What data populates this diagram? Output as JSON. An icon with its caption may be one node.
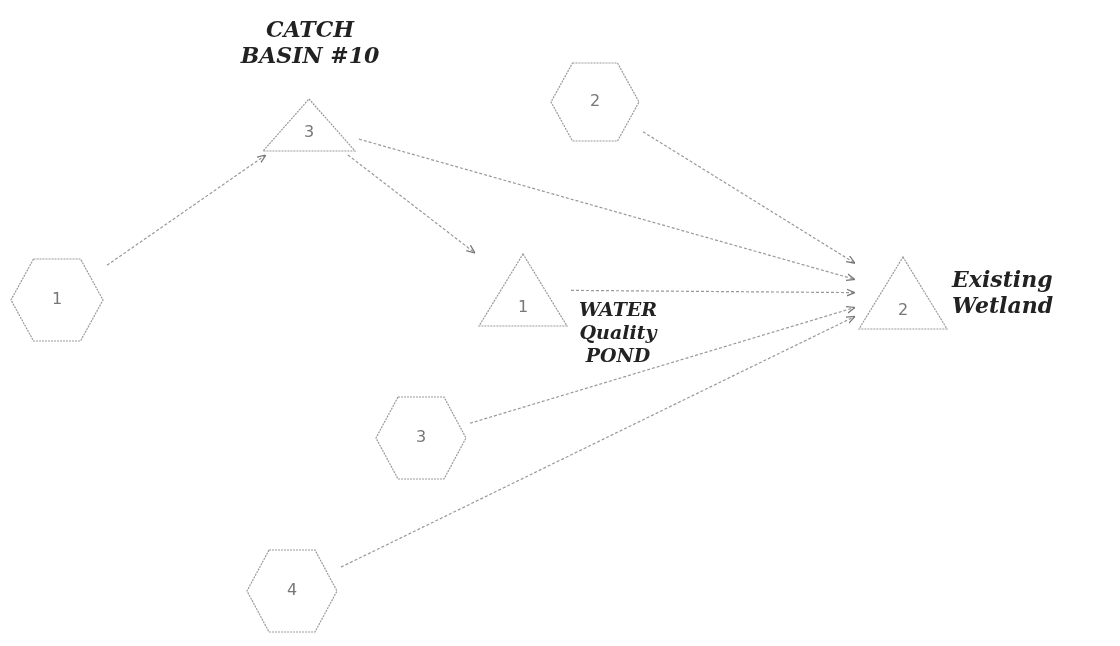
{
  "diagram": {
    "nodes": [
      {
        "text": [
          "3"
        ],
        "beside": [
          "CATCH BASIN #10"
        ]
      },
      {
        "text": [
          "2"
        ]
      },
      {
        "text": [
          "1"
        ]
      },
      {
        "text": [
          "1"
        ],
        "beside": [
          "WATER Quality POND"
        ]
      },
      {
        "text": [
          "2"
        ],
        "beside": [
          "Existing Wetland"
        ]
      },
      {
        "text": [
          "3"
        ]
      },
      {
        "text": [
          "4"
        ]
      }
    ],
    "edges": [
      {
        "from": 2,
        "to": 0,
        "arrow": "to"
      },
      {
        "from": 0,
        "to": 3,
        "arrow": "to"
      },
      {
        "from": 0,
        "to": 4,
        "arrow": "to"
      },
      {
        "from": 1,
        "to": 4,
        "arrow": "to"
      },
      {
        "from": 3,
        "to": 4,
        "arrow": "to"
      },
      {
        "from": 5,
        "to": 4,
        "arrow": "to"
      },
      {
        "from": 6,
        "to": 4,
        "arrow": "to"
      }
    ]
  }
}
